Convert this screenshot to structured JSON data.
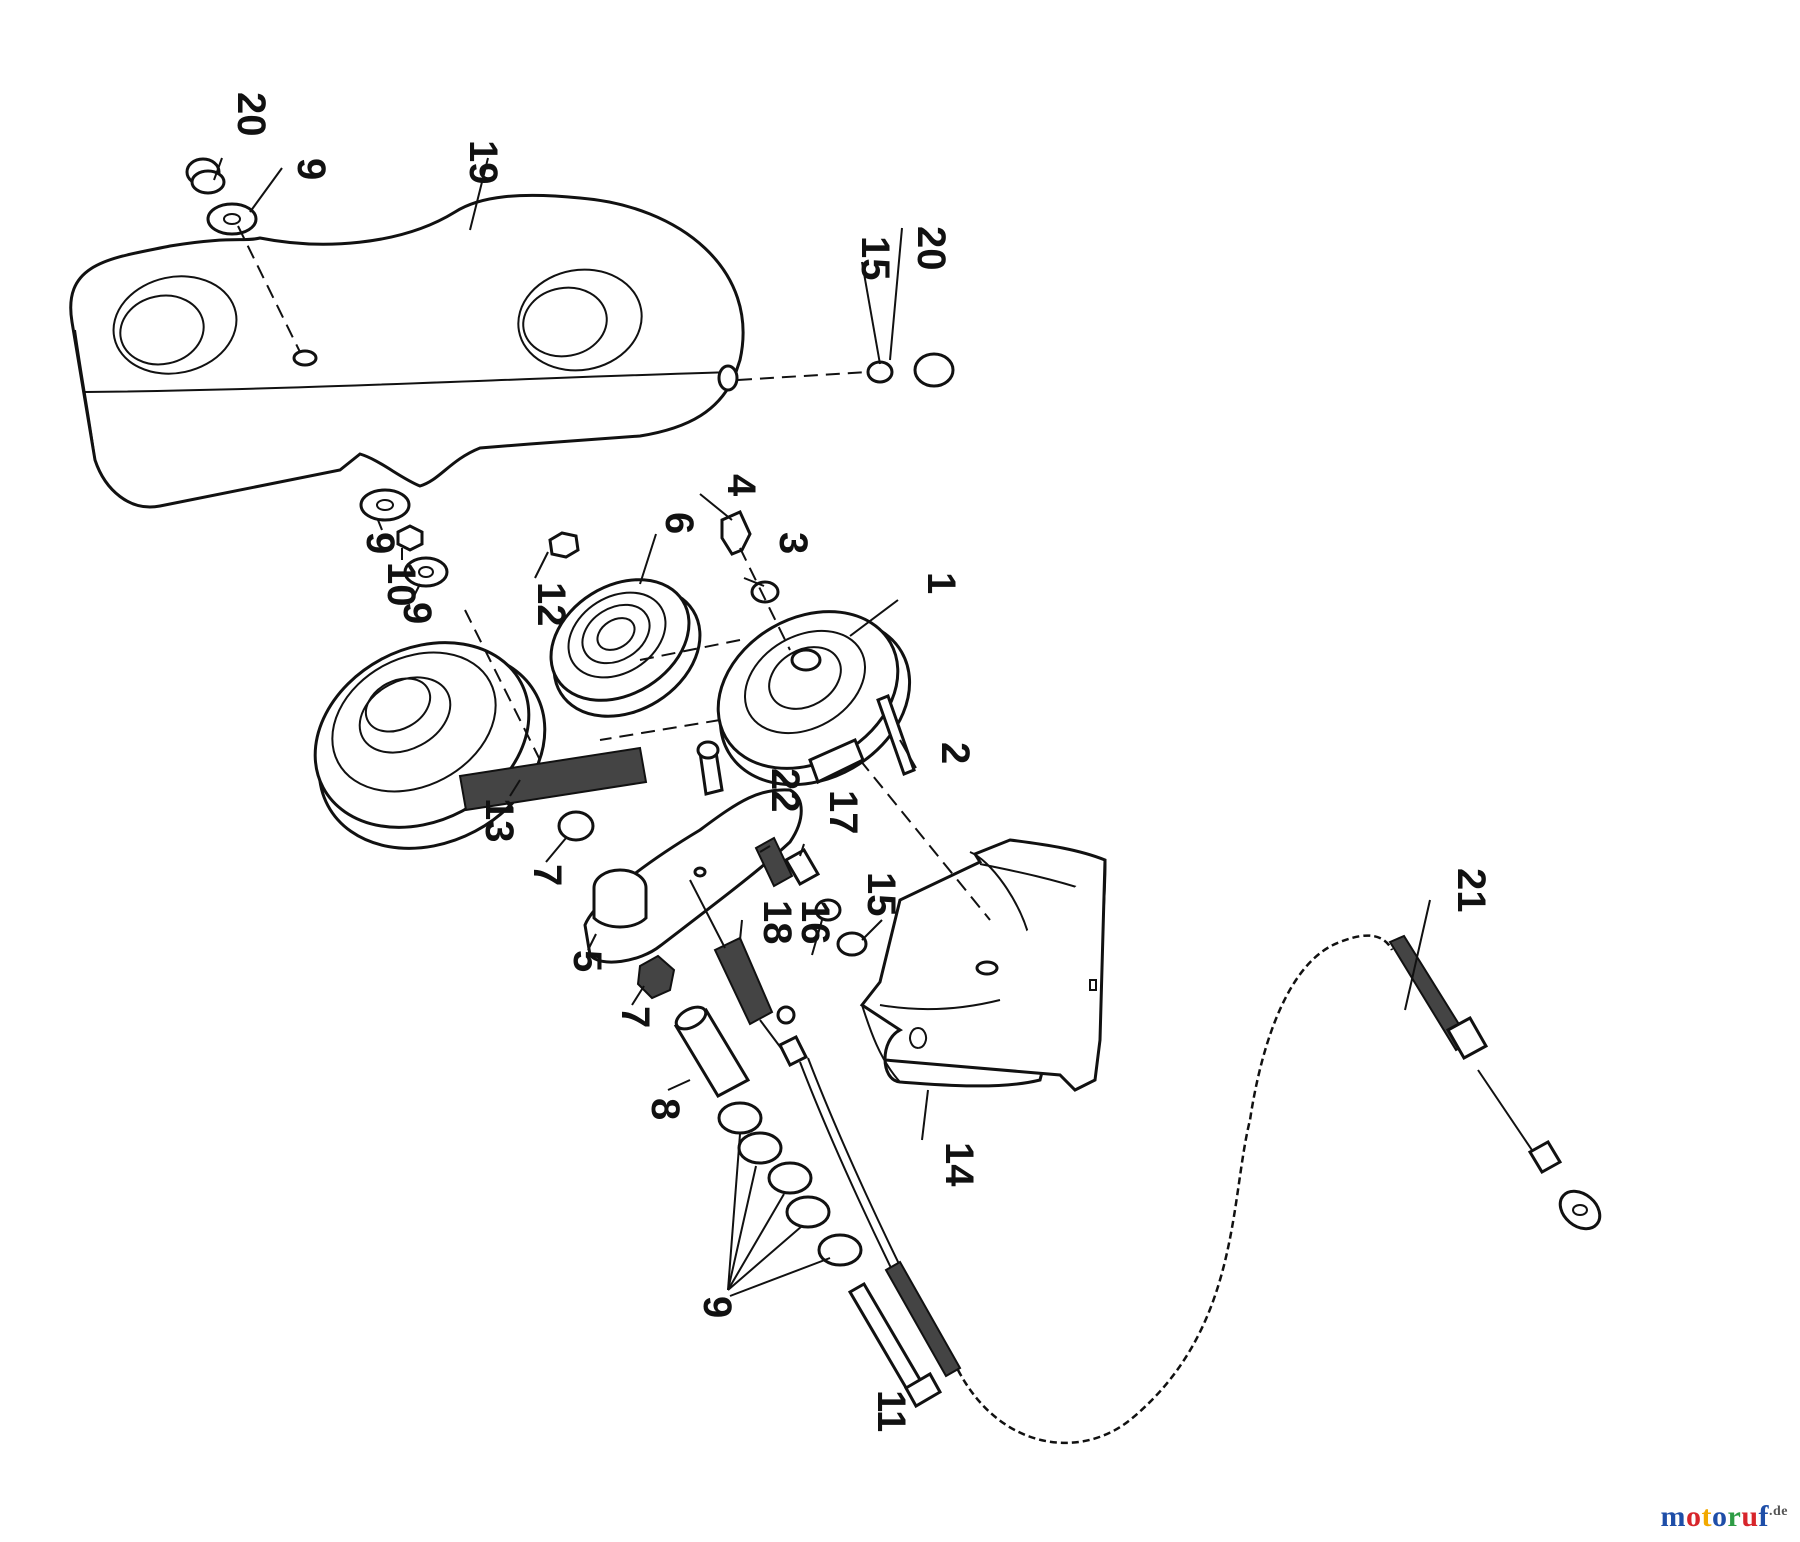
{
  "diagram": {
    "callouts": [
      "1",
      "2",
      "3",
      "4",
      "5",
      "6",
      "7",
      "7",
      "8",
      "9",
      "9",
      "9",
      "9",
      "10",
      "11",
      "12",
      "13",
      "14",
      "15",
      "15",
      "16",
      "17",
      "18",
      "19",
      "20",
      "20",
      "21",
      "22"
    ]
  },
  "brand": {
    "letters": [
      "m",
      "o",
      "t",
      "o",
      "r",
      "u",
      "f"
    ],
    "letter_colors": [
      "#1e4ea8",
      "#d7252b",
      "#f2a900",
      "#1e4ea8",
      "#2e9c45",
      "#d7252b",
      "#1e4ea8"
    ],
    "tld": ".de"
  }
}
